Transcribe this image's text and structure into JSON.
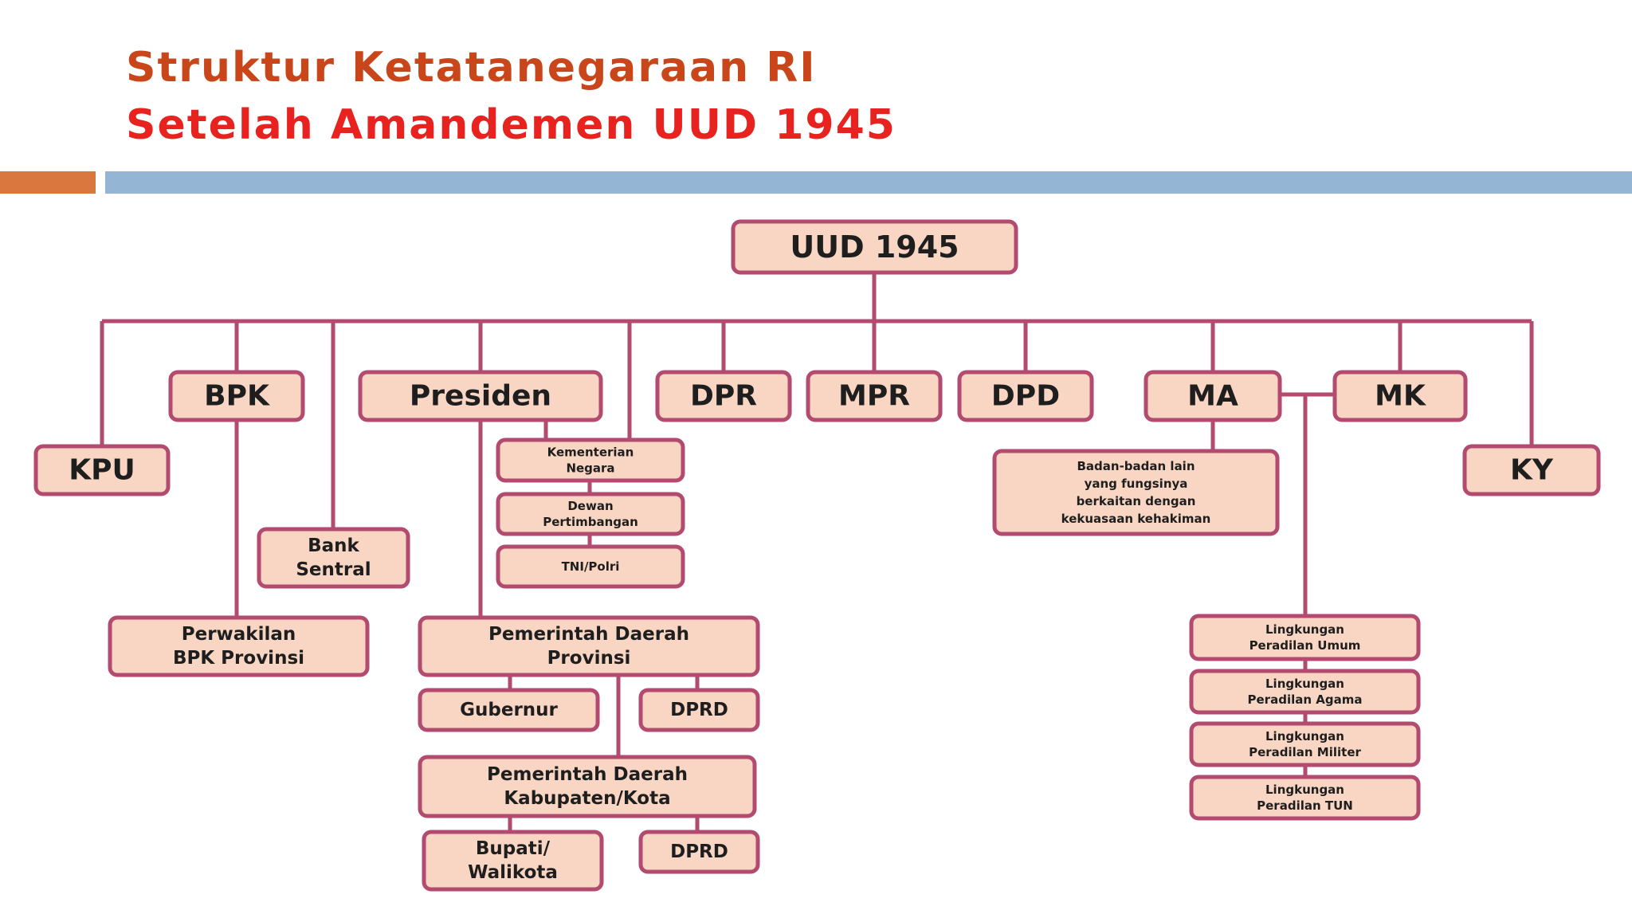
{
  "title": {
    "line1": "Struktur Ketatanegaraan RI",
    "line2": "Setelah Amandemen UUD 1945"
  },
  "nodes": {
    "uud": [
      "UUD 1945"
    ],
    "kpu": [
      "KPU"
    ],
    "bpk": [
      "BPK"
    ],
    "presiden": [
      "Presiden"
    ],
    "dpr": [
      "DPR"
    ],
    "mpr": [
      "MPR"
    ],
    "dpd": [
      "DPD"
    ],
    "ma": [
      "MA"
    ],
    "mk": [
      "MK"
    ],
    "ky": [
      "KY"
    ],
    "bank_sentral": [
      "Bank",
      "Sentral"
    ],
    "perwakilan_bpk": [
      "Perwakilan",
      "BPK Provinsi"
    ],
    "kementerian": [
      "Kementerian",
      "Negara"
    ],
    "dewan": [
      "Dewan",
      "Pertimbangan"
    ],
    "tni": [
      "TNI/Polri"
    ],
    "pemda_prov": [
      "Pemerintah Daerah",
      "Provinsi"
    ],
    "gubernur": [
      "Gubernur"
    ],
    "dprd_prov": [
      "DPRD"
    ],
    "pemda_kab": [
      "Pemerintah Daerah",
      "Kabupaten/Kota"
    ],
    "bupati": [
      "Bupati/",
      "Walikota"
    ],
    "dprd_kab": [
      "DPRD"
    ],
    "badan_lain": [
      "Badan-badan lain",
      "yang fungsinya",
      "berkaitan dengan",
      "kekuasaan kehakiman"
    ],
    "peradilan_umum": [
      "Lingkungan",
      "Peradilan Umum"
    ],
    "peradilan_agama": [
      "Lingkungan",
      "Peradilan Agama"
    ],
    "peradilan_militer": [
      "Lingkungan",
      "Peradilan Militer"
    ],
    "peradilan_tun": [
      "Lingkungan",
      "Peradilan TUN"
    ]
  },
  "colors": {
    "title_line1": "#c8461a",
    "title_line2": "#e8221e",
    "box_fill": "#f9d6c3",
    "box_border": "#b24b6f",
    "bar_orange": "#d9773f",
    "bar_blue": "#94b6d4"
  }
}
